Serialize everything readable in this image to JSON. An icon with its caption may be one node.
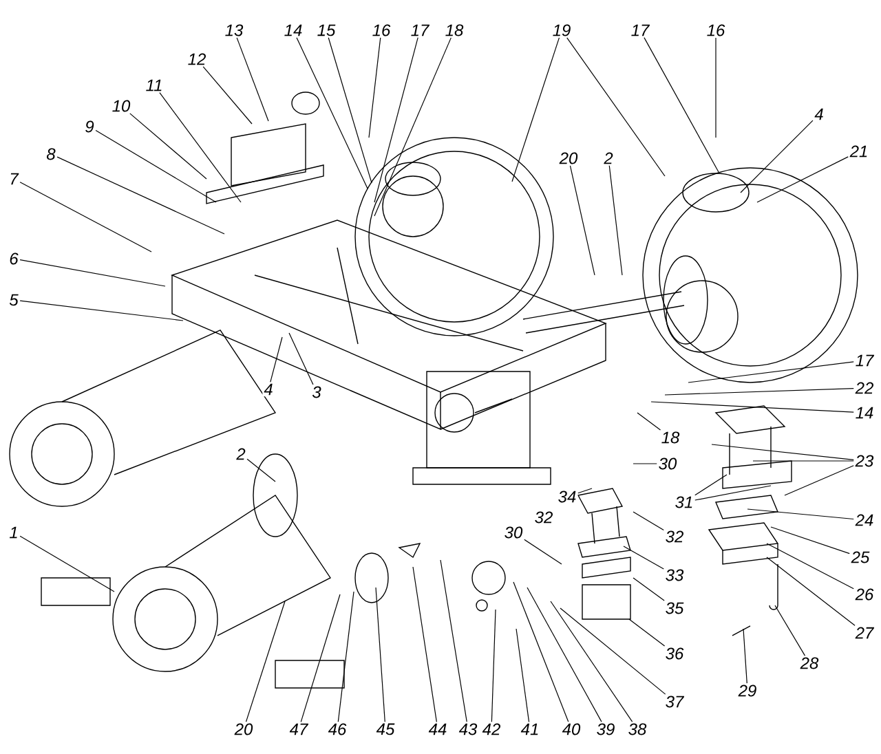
{
  "diagram": {
    "nodes": [
      {
        "text": [
          "13"
        ]
      },
      {
        "text": [
          "14"
        ]
      },
      {
        "text": [
          "15"
        ]
      },
      {
        "text": [
          "16"
        ]
      },
      {
        "text": [
          "17"
        ]
      },
      {
        "text": [
          "18"
        ]
      },
      {
        "text": [
          "19"
        ]
      },
      {
        "text": [
          "17"
        ]
      },
      {
        "text": [
          "16"
        ]
      },
      {
        "text": [
          "12"
        ]
      },
      {
        "text": [
          "11"
        ]
      },
      {
        "text": [
          "10"
        ]
      },
      {
        "text": [
          "4"
        ]
      },
      {
        "text": [
          "9"
        ]
      },
      {
        "text": [
          "21"
        ]
      },
      {
        "text": [
          "8"
        ]
      },
      {
        "text": [
          "20"
        ]
      },
      {
        "text": [
          "2"
        ]
      },
      {
        "text": [
          "7"
        ]
      },
      {
        "text": [
          "6"
        ]
      },
      {
        "text": [
          "5"
        ]
      },
      {
        "text": [
          "17"
        ]
      },
      {
        "text": [
          "22"
        ]
      },
      {
        "text": [
          "4"
        ]
      },
      {
        "text": [
          "3"
        ]
      },
      {
        "text": [
          "14"
        ]
      },
      {
        "text": [
          "18"
        ]
      },
      {
        "text": [
          "2"
        ]
      },
      {
        "text": [
          "23"
        ]
      },
      {
        "text": [
          "30"
        ]
      },
      {
        "text": [
          "34"
        ]
      },
      {
        "text": [
          "31"
        ]
      },
      {
        "text": [
          "24"
        ]
      },
      {
        "text": [
          "1"
        ]
      },
      {
        "text": [
          "30"
        ]
      },
      {
        "text": [
          "32"
        ]
      },
      {
        "text": [
          "25"
        ]
      },
      {
        "text": [
          "33"
        ]
      },
      {
        "text": [
          "26"
        ]
      },
      {
        "text": [
          "35"
        ]
      },
      {
        "text": [
          "27"
        ]
      },
      {
        "text": [
          "36"
        ]
      },
      {
        "text": [
          "28"
        ]
      },
      {
        "text": [
          "29"
        ]
      },
      {
        "text": [
          "37"
        ]
      },
      {
        "text": [
          "20"
        ]
      },
      {
        "text": [
          "47"
        ]
      },
      {
        "text": [
          "46"
        ]
      },
      {
        "text": [
          "45"
        ]
      },
      {
        "text": [
          "44"
        ]
      },
      {
        "text": [
          "43"
        ]
      },
      {
        "text": [
          "42"
        ]
      },
      {
        "text": [
          "41"
        ]
      },
      {
        "text": [
          "40"
        ]
      },
      {
        "text": [
          "39"
        ]
      },
      {
        "text": [
          "38"
        ]
      }
    ],
    "edges": [
      {
        "from": 0,
        "to": null,
        "arrow": "none"
      },
      {
        "from": 1,
        "to": null,
        "arrow": "none"
      },
      {
        "from": 2,
        "to": null,
        "arrow": "none"
      },
      {
        "from": 3,
        "to": null,
        "arrow": "none"
      },
      {
        "from": 4,
        "to": null,
        "arrow": "none"
      },
      {
        "from": 5,
        "to": null,
        "arrow": "none"
      },
      {
        "from": 6,
        "to": null,
        "arrow": "none"
      },
      {
        "from": 6,
        "to": null,
        "arrow": "none"
      },
      {
        "from": 7,
        "to": null,
        "arrow": "none"
      },
      {
        "from": 8,
        "to": null,
        "arrow": "none"
      },
      {
        "from": 9,
        "to": null,
        "arrow": "none"
      },
      {
        "from": 10,
        "to": null,
        "arrow": "none"
      },
      {
        "from": 11,
        "to": null,
        "arrow": "none"
      },
      {
        "from": 12,
        "to": null,
        "arrow": "none"
      },
      {
        "from": 13,
        "to": null,
        "arrow": "none"
      },
      {
        "from": 14,
        "to": null,
        "arrow": "none"
      },
      {
        "from": 15,
        "to": null,
        "arrow": "none"
      },
      {
        "from": 16,
        "to": null,
        "arrow": "none"
      },
      {
        "from": 17,
        "to": null,
        "arrow": "none"
      },
      {
        "from": 18,
        "to": null,
        "arrow": "none"
      },
      {
        "from": 19,
        "to": null,
        "arrow": "none"
      },
      {
        "from": 20,
        "to": null,
        "arrow": "none"
      },
      {
        "from": 21,
        "to": null,
        "arrow": "none"
      },
      {
        "from": 22,
        "to": null,
        "arrow": "none"
      },
      {
        "from": 23,
        "to": null,
        "arrow": "none"
      },
      {
        "from": 24,
        "to": null,
        "arrow": "none"
      },
      {
        "from": 25,
        "to": null,
        "arrow": "none"
      },
      {
        "from": 26,
        "to": null,
        "arrow": "none"
      },
      {
        "from": 27,
        "to": null,
        "arrow": "none"
      },
      {
        "from": 28,
        "to": null,
        "arrow": "none"
      },
      {
        "from": 28,
        "to": null,
        "arrow": "none"
      },
      {
        "from": 28,
        "to": null,
        "arrow": "none"
      },
      {
        "from": 29,
        "to": null,
        "arrow": "none"
      },
      {
        "from": 30,
        "to": null,
        "arrow": "none"
      },
      {
        "from": 31,
        "to": null,
        "arrow": "none"
      },
      {
        "from": 31,
        "to": null,
        "arrow": "none"
      },
      {
        "from": 32,
        "to": null,
        "arrow": "none"
      },
      {
        "from": 33,
        "to": null,
        "arrow": "none"
      },
      {
        "from": 34,
        "to": null,
        "arrow": "none"
      },
      {
        "from": 35,
        "to": null,
        "arrow": "none"
      },
      {
        "from": 36,
        "to": null,
        "arrow": "none"
      },
      {
        "from": 37,
        "to": null,
        "arrow": "none"
      },
      {
        "from": 38,
        "to": null,
        "arrow": "none"
      },
      {
        "from": 39,
        "to": null,
        "arrow": "none"
      },
      {
        "from": 40,
        "to": null,
        "arrow": "none"
      },
      {
        "from": 41,
        "to": null,
        "arrow": "none"
      },
      {
        "from": 42,
        "to": null,
        "arrow": "none"
      },
      {
        "from": 43,
        "to": null,
        "arrow": "none"
      },
      {
        "from": 44,
        "to": null,
        "arrow": "none"
      },
      {
        "from": 45,
        "to": null,
        "arrow": "none"
      },
      {
        "from": 46,
        "to": null,
        "arrow": "none"
      },
      {
        "from": 47,
        "to": null,
        "arrow": "none"
      },
      {
        "from": 48,
        "to": null,
        "arrow": "none"
      },
      {
        "from": 49,
        "to": null,
        "arrow": "none"
      },
      {
        "from": 50,
        "to": null,
        "arrow": "none"
      },
      {
        "from": 51,
        "to": null,
        "arrow": "none"
      },
      {
        "from": 52,
        "to": null,
        "arrow": "none"
      },
      {
        "from": 53,
        "to": null,
        "arrow": "none"
      },
      {
        "from": 54,
        "to": null,
        "arrow": "none"
      },
      {
        "from": 55,
        "to": null,
        "arrow": "none"
      }
    ],
    "labels": [
      "32"
    ]
  }
}
